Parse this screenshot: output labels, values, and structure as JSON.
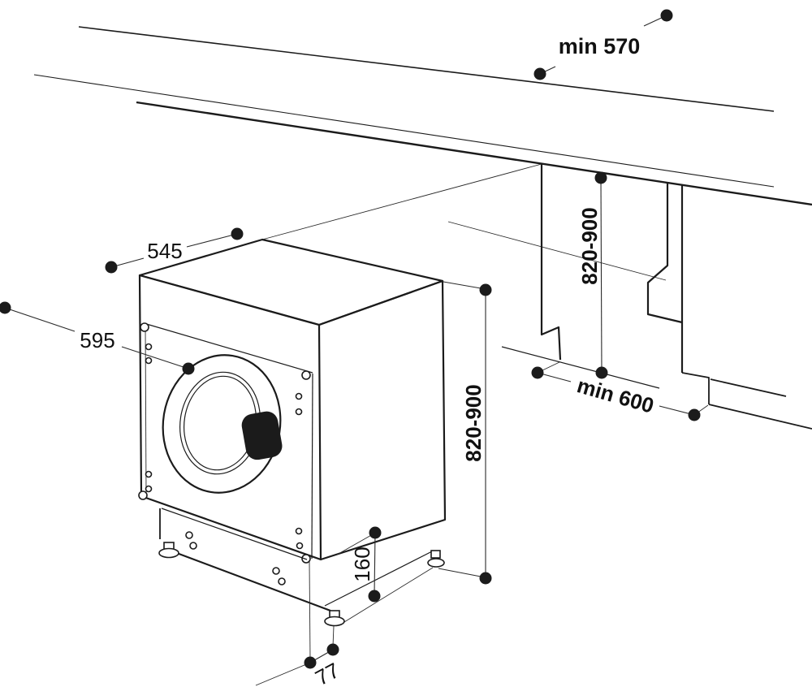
{
  "diagram": {
    "kind": "built-in washing machine installation dimensions",
    "colors": {
      "ink": "#1b1b1b",
      "background": "#ffffff"
    },
    "dimensions": {
      "counter_depth_min": "min 570",
      "machine_depth": "545",
      "machine_width": "595",
      "niche_height_range": "820-900",
      "machine_height_range": "820-900",
      "niche_width_min": "min 600",
      "plinth_height": "160",
      "plinth_recess": "77"
    }
  }
}
